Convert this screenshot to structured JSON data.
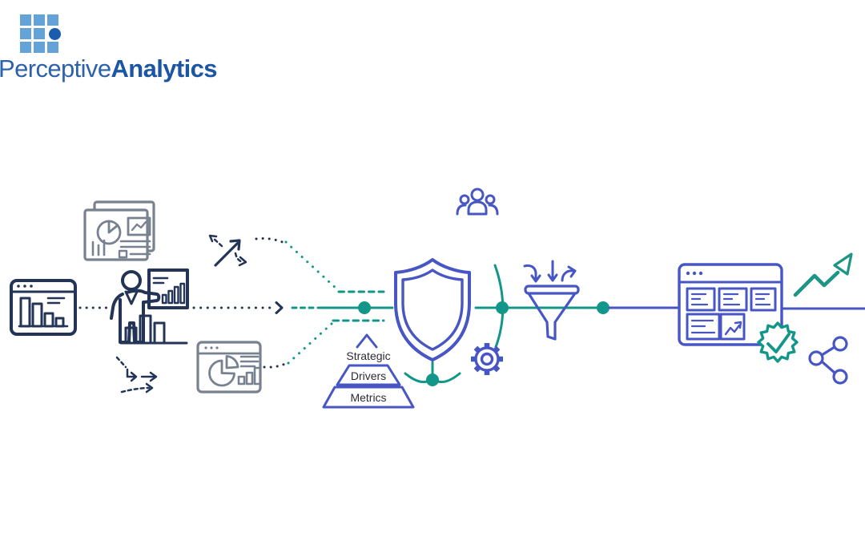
{
  "logo": {
    "brand_regular": "Perceptive",
    "brand_bold": "Analytics"
  },
  "pyramid": {
    "levels": [
      "Strategic",
      "Drivers",
      "Metrics"
    ]
  },
  "colors": {
    "navy": "#233457",
    "gray": "#78818f",
    "indigo": "#4756c4",
    "teal": "#12968a",
    "green": "#1d9585",
    "label_text": "#2c2c34",
    "logo_square_blue": "#64a3d8",
    "logo_circle_blue": "#1a5cad",
    "logo_text_blue": "#2d62ab",
    "logo_text_bold_blue": "#1c55a5",
    "background": "#ffffff"
  },
  "icons": [
    "dashboard-window-icon",
    "reports-stack-icon",
    "presenter-icon",
    "growth-arrows-icon",
    "shuffle-arrows-icon",
    "pie-report-icon",
    "shield-icon",
    "people-icon",
    "pyramid-icon",
    "gear-icon",
    "funnel-icon",
    "dashboard-app-icon",
    "verified-badge-icon",
    "trend-up-arrow-icon",
    "share-icon"
  ]
}
